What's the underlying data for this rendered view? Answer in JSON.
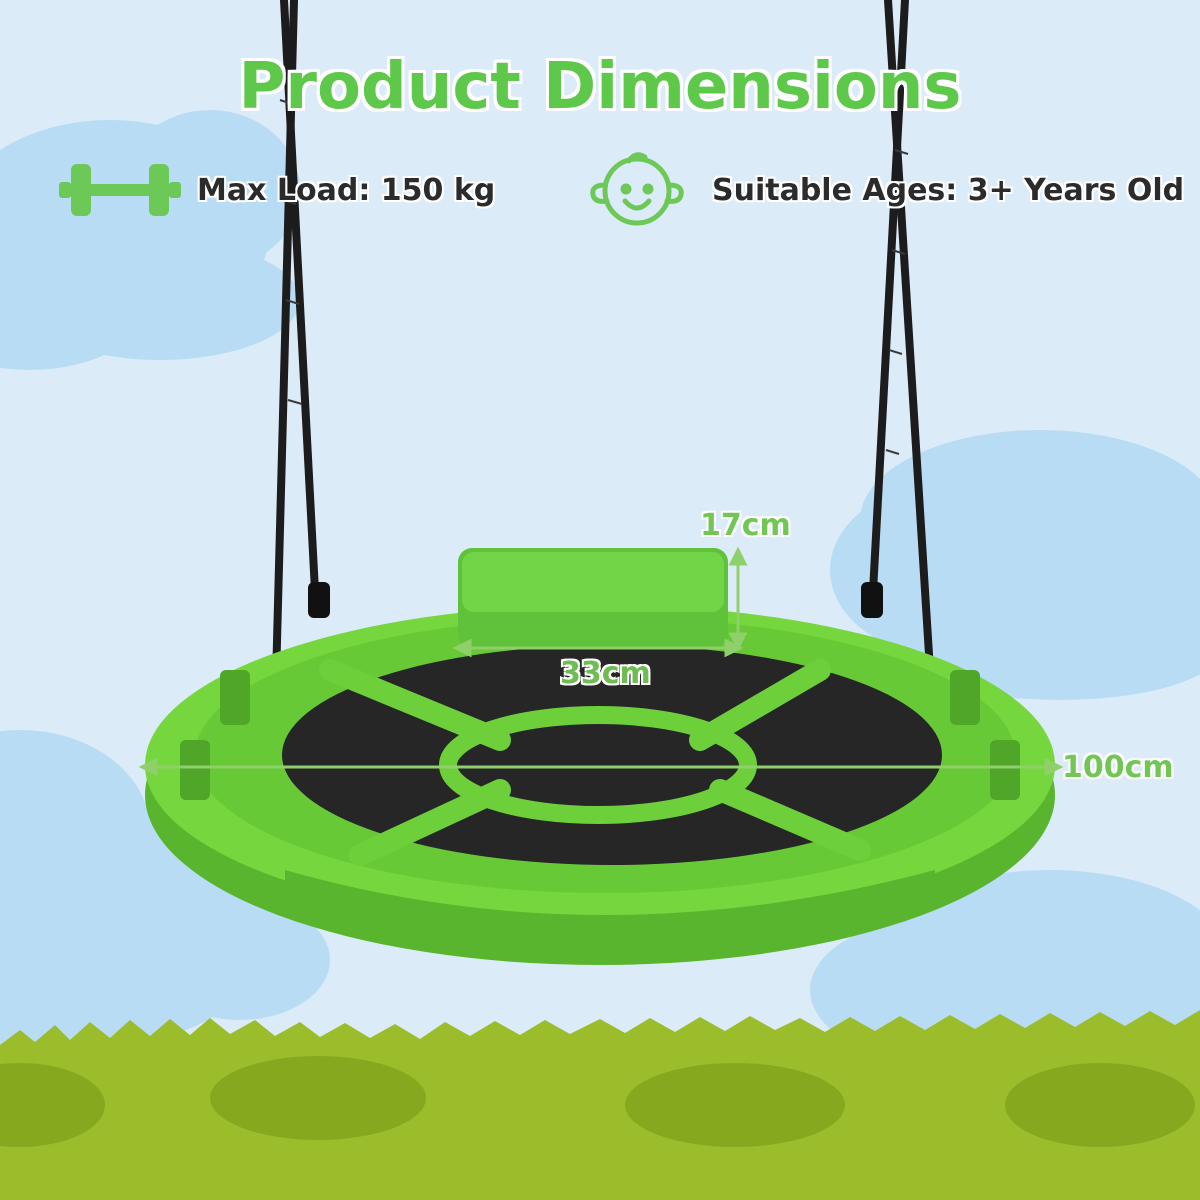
{
  "header": {
    "title": "Product Dimensions"
  },
  "specs": {
    "max_load": {
      "text": "Max Load: 150 kg",
      "icon": "dumbbell-icon"
    },
    "ages": {
      "text": "Suitable Ages: 3+ Years Old",
      "icon": "baby-face-icon"
    }
  },
  "dimensions": {
    "pillow_height": "17cm",
    "pillow_width": "33cm",
    "diameter": "100cm"
  },
  "colors": {
    "accent_green": "#5ec84a",
    "swing_green": "#6fd23c",
    "sky": "#dcebf8",
    "cloud": "#b9dcf5",
    "grass": "#9bbd2c"
  }
}
